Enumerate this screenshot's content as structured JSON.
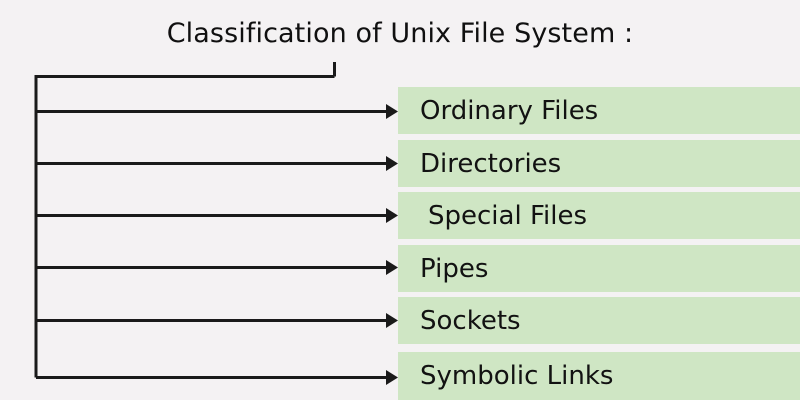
{
  "diagram": {
    "title": "Classification of Unix File System :",
    "background_color": "#f4f2f3",
    "node_fill_color": "#cfe6c4",
    "line_color": "#1a1a1a",
    "text_color": "#121212",
    "type": "tree-branch-list",
    "root_label": "Classification of Unix File System :",
    "nodes": [
      {
        "label": "Ordinary Files"
      },
      {
        "label": "Directories"
      },
      {
        "label": "Special Files"
      },
      {
        "label": "Pipes"
      },
      {
        "label": "Sockets"
      },
      {
        "label": "Symbolic Links"
      }
    ]
  }
}
